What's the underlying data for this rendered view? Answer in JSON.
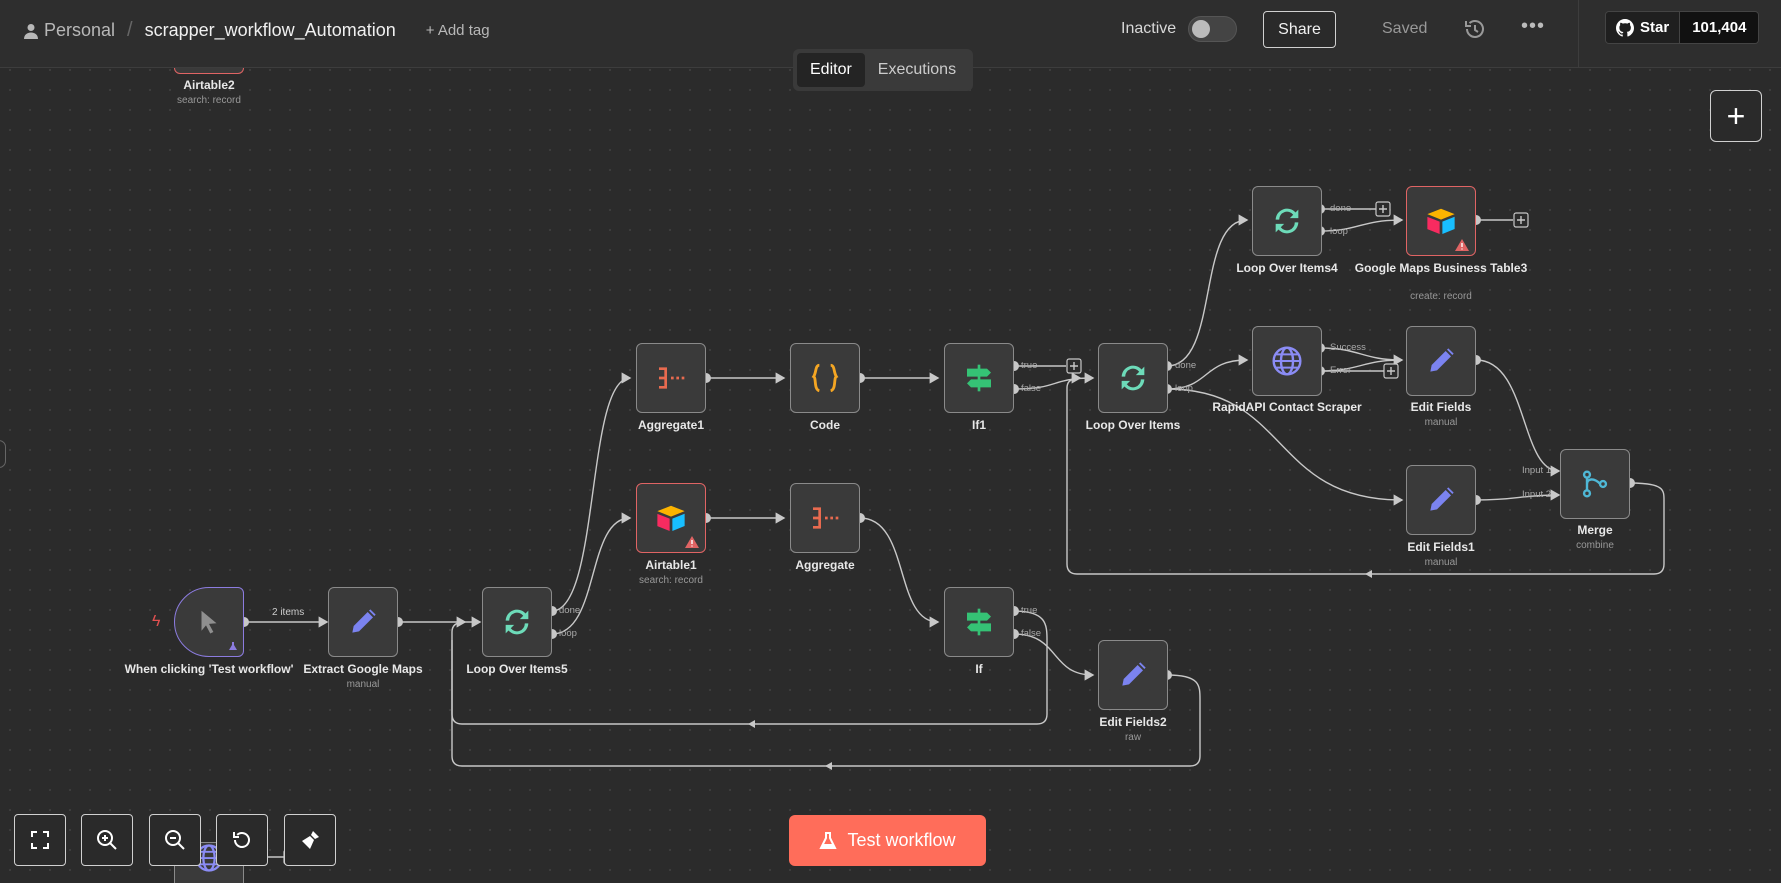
{
  "header": {
    "breadcrumb_personal": "Personal",
    "breadcrumb_sep": "/",
    "workflow_name": "scrapper_workflow_Automation",
    "add_tag": "+ Add tag",
    "status_label": "Inactive",
    "share_label": "Share",
    "saved_label": "Saved",
    "more_label": "•••",
    "github_star": "Star",
    "github_count": "101,404"
  },
  "tabs": [
    {
      "label": "Editor",
      "active": true
    },
    {
      "label": "Executions",
      "active": false
    }
  ],
  "nodes": {
    "airtable2": {
      "label": "Airtable2",
      "subtitle": "search: record"
    },
    "trigger": {
      "label": "When clicking 'Test workflow'"
    },
    "extract": {
      "label": "Extract Google Maps",
      "subtitle": "manual"
    },
    "loop5": {
      "label": "Loop Over Items5"
    },
    "aggregate1": {
      "label": "Aggregate1"
    },
    "code": {
      "label": "Code"
    },
    "if1": {
      "label": "If1"
    },
    "airtable1": {
      "label": "Airtable1",
      "subtitle": "search: record"
    },
    "aggregate": {
      "label": "Aggregate"
    },
    "if": {
      "label": "If"
    },
    "editfields2": {
      "label": "Edit Fields2",
      "subtitle": "raw"
    },
    "loop": {
      "label": "Loop Over Items"
    },
    "loop4": {
      "label": "Loop Over Items4"
    },
    "gmaps3": {
      "label": "Google Maps Business Table3",
      "subtitle": "create: record"
    },
    "rapidapi": {
      "label": "RapidAPI Contact Scraper"
    },
    "editfields": {
      "label": "Edit Fields",
      "subtitle": "manual"
    },
    "editfields1": {
      "label": "Edit Fields1",
      "subtitle": "manual"
    },
    "merge": {
      "label": "Merge",
      "subtitle": "combine"
    }
  },
  "ports": {
    "done": "done",
    "loop": "loop",
    "true": "true",
    "false": "false",
    "success": "Success",
    "error": "Error",
    "input1": "Input 1",
    "input2": "Input 2"
  },
  "edge_items_label": "2 items",
  "test_button_label": "Test workflow",
  "add_node_label": "+",
  "icons": [
    "user-icon",
    "history-icon",
    "github-icon",
    "expand-icon",
    "zoom-in-icon",
    "zoom-out-icon",
    "reset-zoom-icon",
    "broom-icon",
    "flask-icon",
    "cursor-icon",
    "pencil-icon",
    "loop-icon",
    "aggregate-icon",
    "code-braces-icon",
    "signpost-icon",
    "airtable-icon",
    "globe-icon",
    "merge-icon",
    "warning-icon",
    "lightning-icon"
  ],
  "colors": {
    "accent": "#ff6d5a",
    "error_border": "#e06464",
    "loop_icon": "#6ddbb9",
    "pencil_icon": "#7b83f0",
    "aggregate_icon": "#e86a4f",
    "code_icon": "#f5a623",
    "if_icon": "#35c275",
    "merge_icon": "#4fb8d6"
  }
}
